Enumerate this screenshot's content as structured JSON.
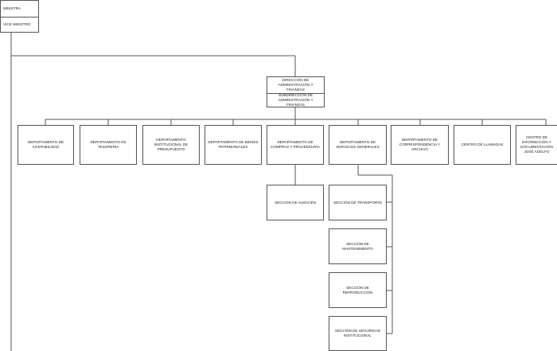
{
  "top": {
    "ministra": "MINISTRA",
    "vice_ministro": "VICE MINISTRO"
  },
  "direccion": {
    "title": "DIRECCIÓN DE ADMINISTRACIÓN Y FINANZAS",
    "sub": "SUBDIRECCIÓN DE ADMINISTRACIÓN Y FINANZAS"
  },
  "departments": [
    "DEPARTAMENTO DE CONTABILIDAD",
    "DEPARTAMENTO DE TESORERÍA",
    "DEPARTAMENTO INSTITUCIONAL DE PRESUPUESTO",
    "DEPARTAMENTO DE BIENES PATRIMONIALES",
    "DEPARTAMENTO DE COMPRAS Y PROVEEDURÍA",
    "DEPARTAMENTO DE SERVICIOS GENERALES",
    "DEPARTAMENTO DE CORRESPONDENCIA Y ARCHIVO",
    "CENTRO DE LLAMADAS",
    "CENTRO DE INFORMACIÓN Y DOCUMENTACIÓN JOSÉ ADOLFO"
  ],
  "compras_sections": [
    "SECCIÓN DE ALMACÉN"
  ],
  "servicios_sections": [
    "SECCIÓN DE TRANSPORTE",
    "SECCIÓN DE MANTENIMIENTO",
    "SECCIÓN DE REPRODUCCIÓN",
    "SECCIÓN DE SEGURIDAD INSTITUCIONAL"
  ]
}
